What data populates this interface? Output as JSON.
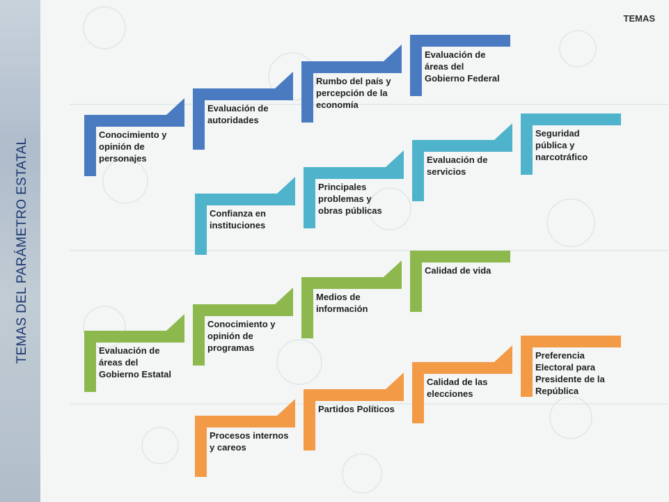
{
  "header": {
    "badge": "TEMAS"
  },
  "sidebar": {
    "title": "TEMAS DEL PARÁMETRO ESTATAL"
  },
  "colors": {
    "dark_blue": "#4a7ac0",
    "light_blue": "#4eb3cb",
    "green": "#8db84e",
    "orange": "#f39a46"
  },
  "rows": [
    {
      "color": "dark_blue",
      "items": [
        {
          "lines": [
            "Conocimiento y",
            "opinión de",
            "personajes"
          ]
        },
        {
          "lines": [
            "Evaluación de",
            "autoridades"
          ]
        },
        {
          "lines": [
            "Rumbo del país y",
            "percepción de la",
            "economía"
          ]
        },
        {
          "lines": [
            "Evaluación de",
            "áreas del",
            "Gobierno Federal"
          ]
        }
      ]
    },
    {
      "color": "light_blue",
      "items": [
        {
          "lines": [
            "Confianza en",
            "instituciones"
          ]
        },
        {
          "lines": [
            "Principales",
            "problemas y",
            "obras públicas"
          ]
        },
        {
          "lines": [
            "Evaluación de",
            "servicios"
          ]
        },
        {
          "lines": [
            "Seguridad",
            "pública y",
            "narcotráfico"
          ]
        }
      ]
    },
    {
      "color": "green",
      "items": [
        {
          "lines": [
            "Evaluación de",
            "áreas del",
            "Gobierno Estatal"
          ]
        },
        {
          "lines": [
            "Conocimiento y",
            "opinión de",
            "programas"
          ]
        },
        {
          "lines": [
            "Medios de",
            "información"
          ]
        },
        {
          "lines": [
            "Calidad de vida"
          ]
        }
      ]
    },
    {
      "color": "orange",
      "items": [
        {
          "lines": [
            "Procesos internos",
            "y careos"
          ]
        },
        {
          "lines": [
            "Partidos Políticos"
          ]
        },
        {
          "lines": [
            "Calidad de las",
            "elecciones"
          ]
        },
        {
          "lines": [
            "Preferencia",
            "Electoral para",
            "Presidente de la",
            "República"
          ]
        }
      ]
    }
  ]
}
